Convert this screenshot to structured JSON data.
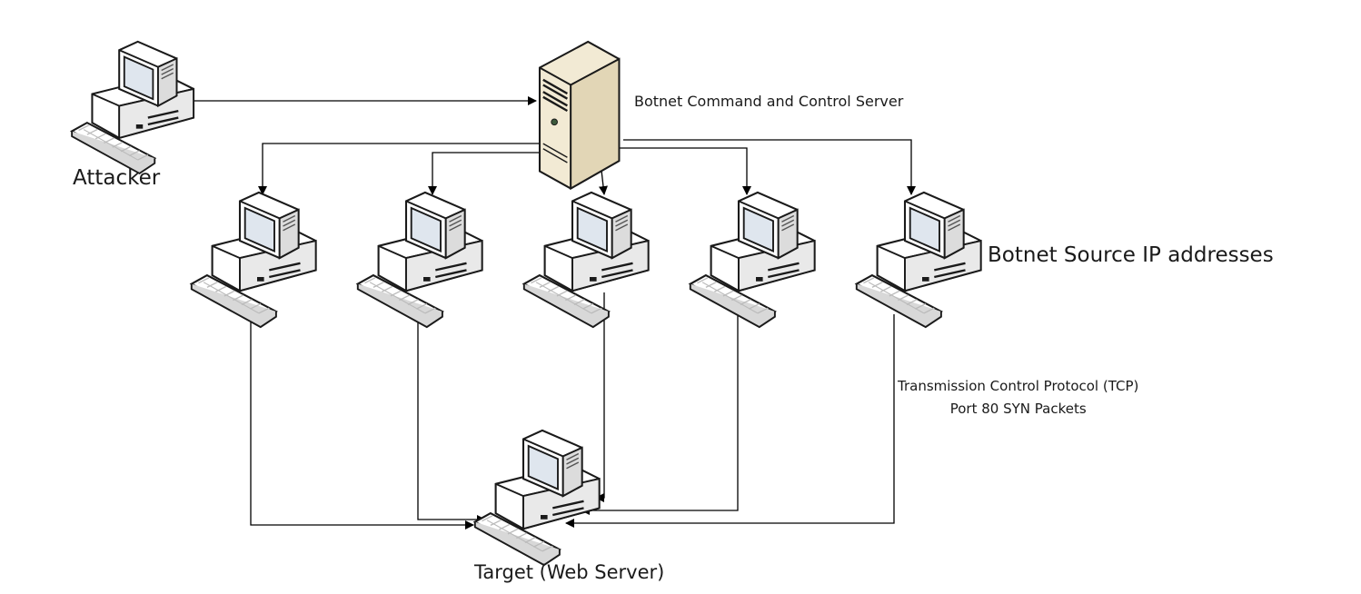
{
  "labels": {
    "attacker": "Attacker",
    "c2_server": "Botnet Command and Control Server",
    "botnet_sources": "Botnet Source IP addresses",
    "tcp_line1": "Transmission Control Protocol (TCP)",
    "tcp_line2": "Port 80 SYN Packets",
    "target": "Target (Web Server)"
  },
  "nodes": {
    "attacker": {
      "icon": "desktop-computer-icon"
    },
    "c2_server": {
      "icon": "tower-server-icon"
    },
    "bots": [
      {
        "icon": "desktop-computer-icon"
      },
      {
        "icon": "desktop-computer-icon"
      },
      {
        "icon": "desktop-computer-icon"
      },
      {
        "icon": "desktop-computer-icon"
      },
      {
        "icon": "desktop-computer-icon"
      }
    ],
    "target": {
      "icon": "desktop-computer-icon"
    }
  },
  "colors": {
    "line": "#000000",
    "case_fill": "#ffffff",
    "case_stroke": "#1a1a1a",
    "screen": "#dfe6ee",
    "server_fill": "#f2ead4"
  }
}
